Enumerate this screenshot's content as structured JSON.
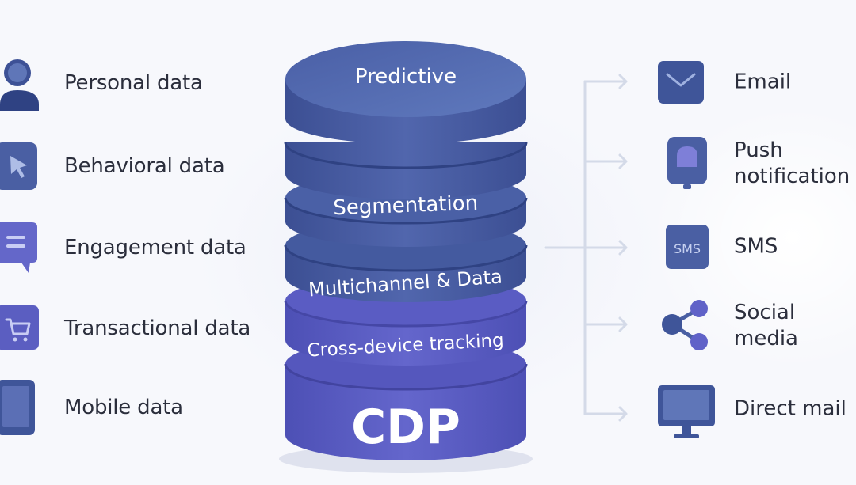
{
  "sources": [
    {
      "label": "Personal data",
      "icon": "person-icon"
    },
    {
      "label": "Behavioral data",
      "icon": "cursor-icon"
    },
    {
      "label": "Engagement data",
      "icon": "chat-bubble-icon"
    },
    {
      "label": "Transactional data",
      "icon": "shopping-cart-icon"
    },
    {
      "label": "Mobile data",
      "icon": "mobile-phone-icon"
    }
  ],
  "stack_layers": {
    "predictive": "Predictive",
    "segmentation": "Segmentation",
    "multichannel": "Multichannel & Data",
    "cross_device": "Cross-device tracking",
    "cdp": "CDP"
  },
  "outputs": [
    {
      "label": "Email",
      "icon": "envelope-icon"
    },
    {
      "label": "Push\nnotification",
      "icon": "push-notification-icon"
    },
    {
      "label": "SMS",
      "icon": "sms-icon",
      "icon_text": "SMS"
    },
    {
      "label": "Social\nmedia",
      "icon": "share-icon"
    },
    {
      "label": "Direct mail",
      "icon": "monitor-icon"
    }
  ],
  "colors": {
    "top_layers": "#4a5fa3",
    "top_layers_dark": "#2f4283",
    "bottom_layers": "#5e60c4",
    "bottom_layers_dark": "#4547a6",
    "connector": "#d4dae8",
    "icon_blue": "#3f5599",
    "icon_purple": "#6062c8"
  }
}
